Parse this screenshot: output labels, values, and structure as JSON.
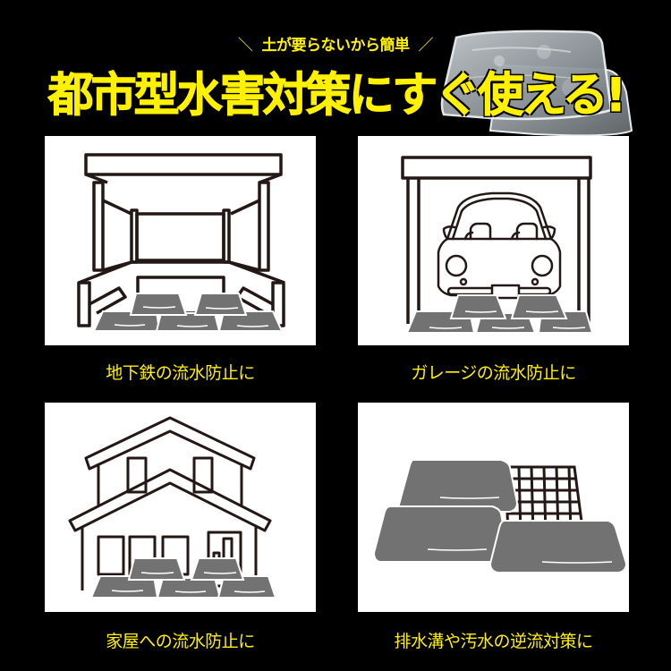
{
  "header": {
    "subtitle": "土が要らないから簡単",
    "subtitle_left_mark": "＼",
    "subtitle_right_mark": "／",
    "headline": "都市型水害対策にすぐ使える!",
    "product_image": "water-absorbing-sandbag-product"
  },
  "colors": {
    "background": "#000000",
    "accent_yellow": "#FFF100",
    "panel_background": "#FFFFFF",
    "bag_gray": "#727272",
    "line_dark": "#231815"
  },
  "panels": [
    {
      "illustration": "subway-entrance-icon",
      "caption": "地下鉄の流水防止に"
    },
    {
      "illustration": "garage-car-icon",
      "caption": "ガレージの流水防止に"
    },
    {
      "illustration": "house-icon",
      "caption": "家屋への流水防止に"
    },
    {
      "illustration": "drain-grate-icon",
      "caption": "排水溝や汚水の逆流対策に"
    }
  ]
}
